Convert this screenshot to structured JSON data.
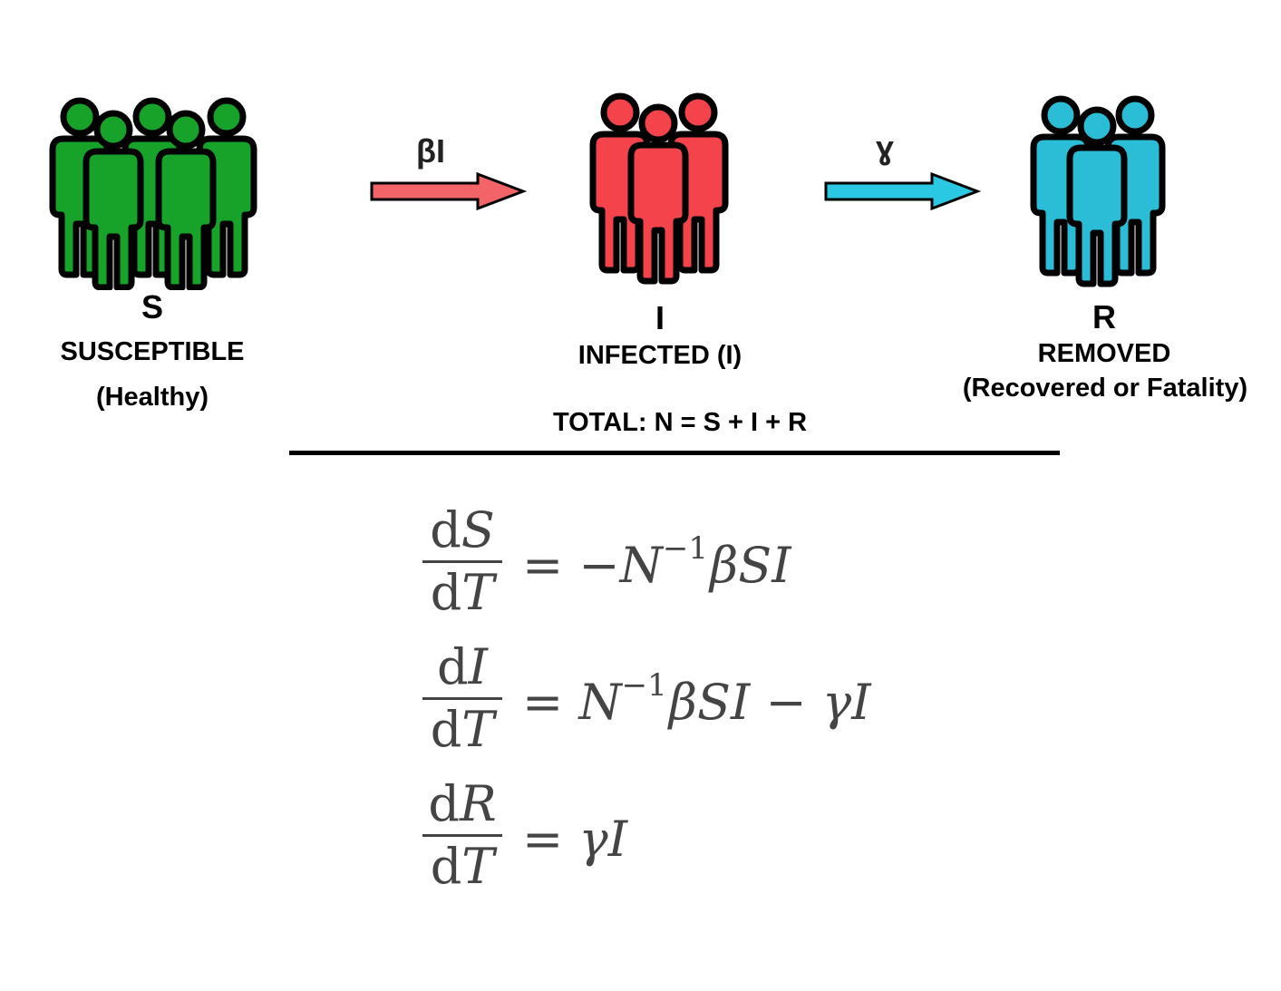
{
  "compartments": [
    {
      "letter": "S",
      "name": "SUSCEPTIBLE",
      "sub": "(Healthy)",
      "color": "#17a22a"
    },
    {
      "letter": "I",
      "name": "INFECTED (I)",
      "sub": "",
      "color": "#f5434b"
    },
    {
      "letter": "R",
      "name": "REMOVED",
      "sub": "(Recovered or Fatality)",
      "color": "#2bbcd6"
    }
  ],
  "transitions": [
    {
      "label": "βI",
      "color": "#f26468"
    },
    {
      "label": "ɣ",
      "color": "#2bc8e3"
    }
  ],
  "total": "TOTAL: N = S + I + R",
  "equations": [
    {
      "num_d": "d",
      "num_v": "S",
      "den_d": "d",
      "den_v": "T",
      "eq": "=",
      "rhs_pre": "−N",
      "rhs_sup": "−1",
      "rhs_post": "βSI"
    },
    {
      "num_d": "d",
      "num_v": "I",
      "den_d": "d",
      "den_v": "T",
      "eq": "=",
      "rhs_pre": "N",
      "rhs_sup": "−1",
      "rhs_post": "βSI − γI"
    },
    {
      "num_d": "d",
      "num_v": "R",
      "den_d": "d",
      "den_v": "T",
      "eq": "=",
      "rhs_pre": "γI",
      "rhs_sup": "",
      "rhs_post": ""
    }
  ]
}
